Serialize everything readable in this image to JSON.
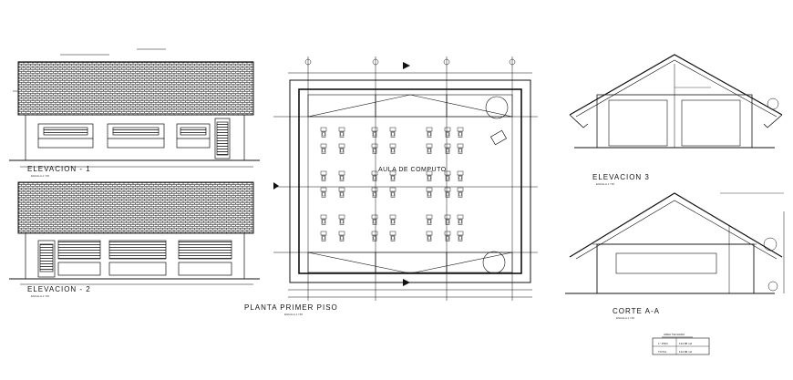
{
  "drawing": {
    "elevation_1": {
      "title": "ELEVACION - 1",
      "scale": "ESCALA 1 / 50"
    },
    "elevation_2": {
      "title": "ELEVACION - 2",
      "scale": "ESCALA 1 / 50"
    },
    "plan": {
      "title": "PLANTA PRIMER PISO",
      "scale": "ESCALA 1 / 50",
      "room_label": "AULA DE COMPUTO"
    },
    "elevation_3": {
      "title": "ELEVACION 3",
      "scale": "ESCALA 1 / 50"
    },
    "section": {
      "title": "CORTE A-A",
      "scale": "ESCALA 1 / 50"
    },
    "area_table": {
      "title": "AREA TECHADA",
      "rows": [
        {
          "label": "1° PISO",
          "value": "134.88 m2"
        },
        {
          "label": "TOTAL",
          "value": "134.88 m2"
        }
      ]
    }
  }
}
